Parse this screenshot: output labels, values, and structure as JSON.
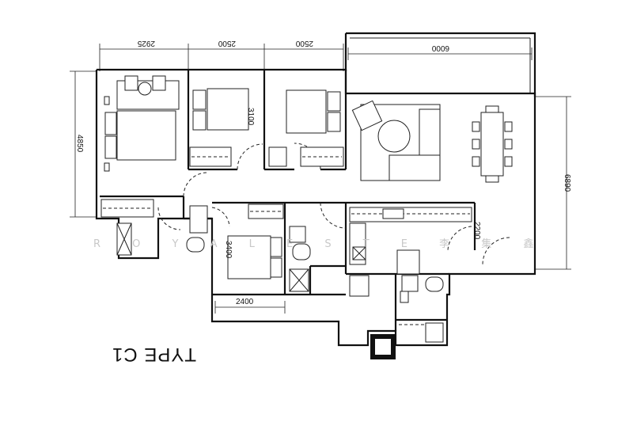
{
  "plan": {
    "title": "TYPE C1",
    "watermark": "R O Y A L E   S T E   李 集 鑫",
    "dimensions": {
      "top_left": "2925",
      "top_mid1": "2500",
      "top_mid2": "2500",
      "top_right": "6000",
      "left_height": "4850",
      "bedroom_depth": "3100",
      "right_height": "6890",
      "kitchen_depth": "2200",
      "lower_bedroom_depth": "3400",
      "lower_bedroom_width": "2400"
    }
  }
}
